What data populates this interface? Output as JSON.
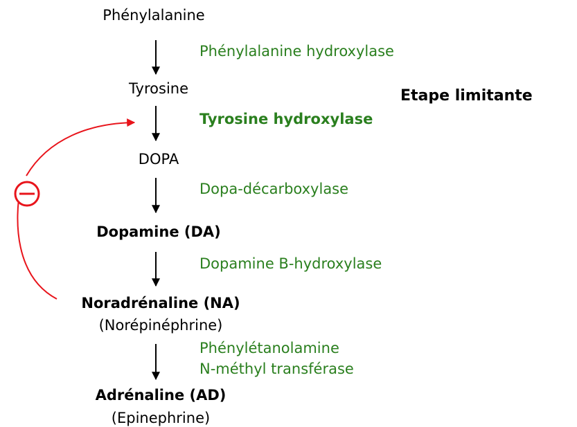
{
  "compounds": {
    "phenylalanine": "Phénylalanine",
    "tyrosine": "Tyrosine",
    "dopa": "DOPA",
    "dopamine": "Dopamine (DA)",
    "noradrenaline": "Noradrénaline (NA)",
    "noradrenaline_alias": "(Norépinéphrine)",
    "adrenaline": "Adrénaline (AD)",
    "adrenaline_alias": "(Epinephrine)"
  },
  "enzymes": {
    "phenylalanine_hydroxylase": "Phénylalanine hydroxylase",
    "tyrosine_hydroxylase": "Tyrosine hydroxylase",
    "dopa_decarboxylase": "Dopa-décarboxylase",
    "dopamine_b_hydroxylase": "Dopamine B-hydroxylase",
    "pnmt_line1": "Phénylétanolamine",
    "pnmt_line2": "N-méthyl transférase"
  },
  "annotations": {
    "rate_limiting_step": "Etape limitante"
  },
  "feedback": {
    "sign": "−",
    "color": "#e8141b"
  },
  "colors": {
    "compound_text": "#000000",
    "enzyme_text": "#2a7f1e",
    "arrow": "#000000",
    "feedback": "#e8141b"
  }
}
